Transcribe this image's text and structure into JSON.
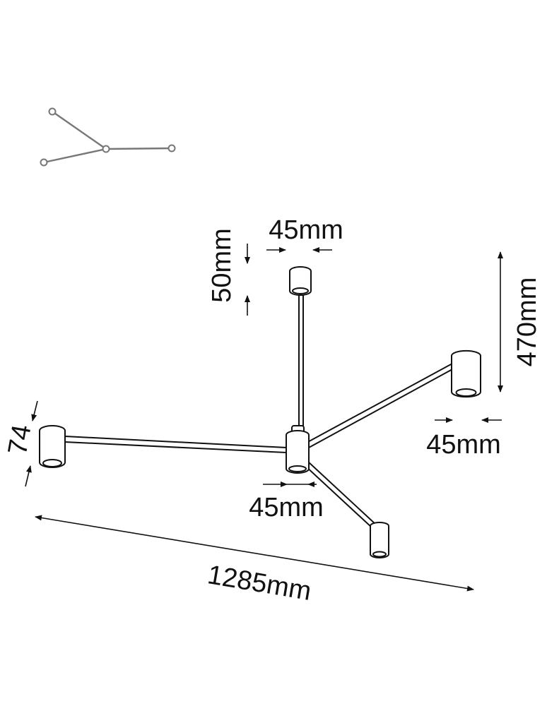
{
  "colors": {
    "line": "#111111",
    "icon": "#777777",
    "background": "#ffffff"
  },
  "dimensions": {
    "canopy_width": "45mm",
    "canopy_height": "50mm",
    "total_height": "470mm",
    "shade_width_right": "45mm",
    "shade_height": "74",
    "body_width": "45mm",
    "total_width": "1285mm"
  }
}
